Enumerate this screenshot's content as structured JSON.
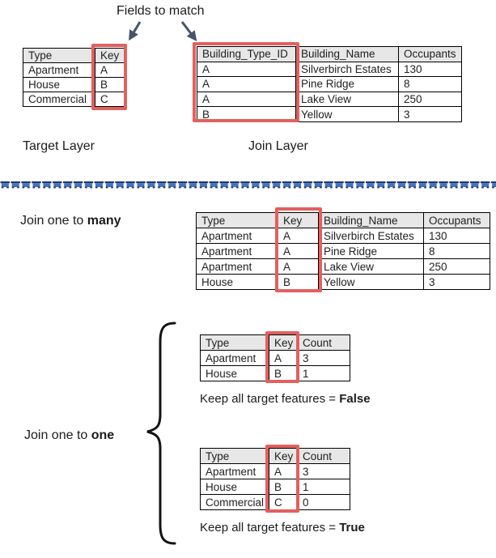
{
  "labels": {
    "fields_to_match": "Fields to match",
    "target_layer": "Target Layer",
    "join_layer": "Join Layer",
    "join_one_to_many_prefix": "Join one to ",
    "join_one_to_many_bold": "many",
    "join_one_to_one_prefix": "Join one to ",
    "join_one_to_one_bold": "one"
  },
  "captions": {
    "keep_false_prefix": "Keep all target features = ",
    "keep_false_bold": "False",
    "keep_true_prefix": "Keep all target features = ",
    "keep_true_bold": "True"
  },
  "tables": {
    "target": {
      "headers": [
        "Type",
        "Key"
      ],
      "rows": [
        [
          "Apartment",
          "A"
        ],
        [
          "House",
          "B"
        ],
        [
          "Commercial",
          "C"
        ]
      ],
      "highlighted_column": "Key"
    },
    "join": {
      "headers": [
        "Building_Type_ID",
        "Building_Name",
        "Occupants"
      ],
      "rows": [
        [
          "A",
          "Silverbirch Estates",
          "130"
        ],
        [
          "A",
          "Pine Ridge",
          "8"
        ],
        [
          "A",
          "Lake View",
          "250"
        ],
        [
          "B",
          "Yellow",
          "3"
        ]
      ],
      "highlighted_column": "Building_Type_ID"
    },
    "one_to_many": {
      "headers": [
        "Type",
        "Key",
        "Building_Name",
        "Occupants"
      ],
      "rows": [
        [
          "Apartment",
          "A",
          "Silverbirch Estates",
          "130"
        ],
        [
          "Apartment",
          "A",
          "Pine Ridge",
          "8"
        ],
        [
          "Apartment",
          "A",
          "Lake View",
          "250"
        ],
        [
          "House",
          "B",
          "Yellow",
          "3"
        ]
      ],
      "highlighted_column": "Key"
    },
    "one_to_one_false": {
      "headers": [
        "Type",
        "Key",
        "Count"
      ],
      "rows": [
        [
          "Apartment",
          "A",
          "3"
        ],
        [
          "House",
          "B",
          "1"
        ]
      ],
      "highlighted_column": "Key"
    },
    "one_to_one_true": {
      "headers": [
        "Type",
        "Key",
        "Count"
      ],
      "rows": [
        [
          "Apartment",
          "A",
          "3"
        ],
        [
          "House",
          "B",
          "1"
        ],
        [
          "Commercial",
          "C",
          "0"
        ]
      ],
      "highlighted_column": "Key"
    }
  },
  "colors": {
    "highlight_red": "#e2605e",
    "arrow_navy": "#44546a",
    "divider_blue": "#4472c4",
    "divider_navy": "#1f3864",
    "table_header_bg": "#e8e7e7",
    "table_border": "#000000",
    "text": "#1c1c1c"
  }
}
